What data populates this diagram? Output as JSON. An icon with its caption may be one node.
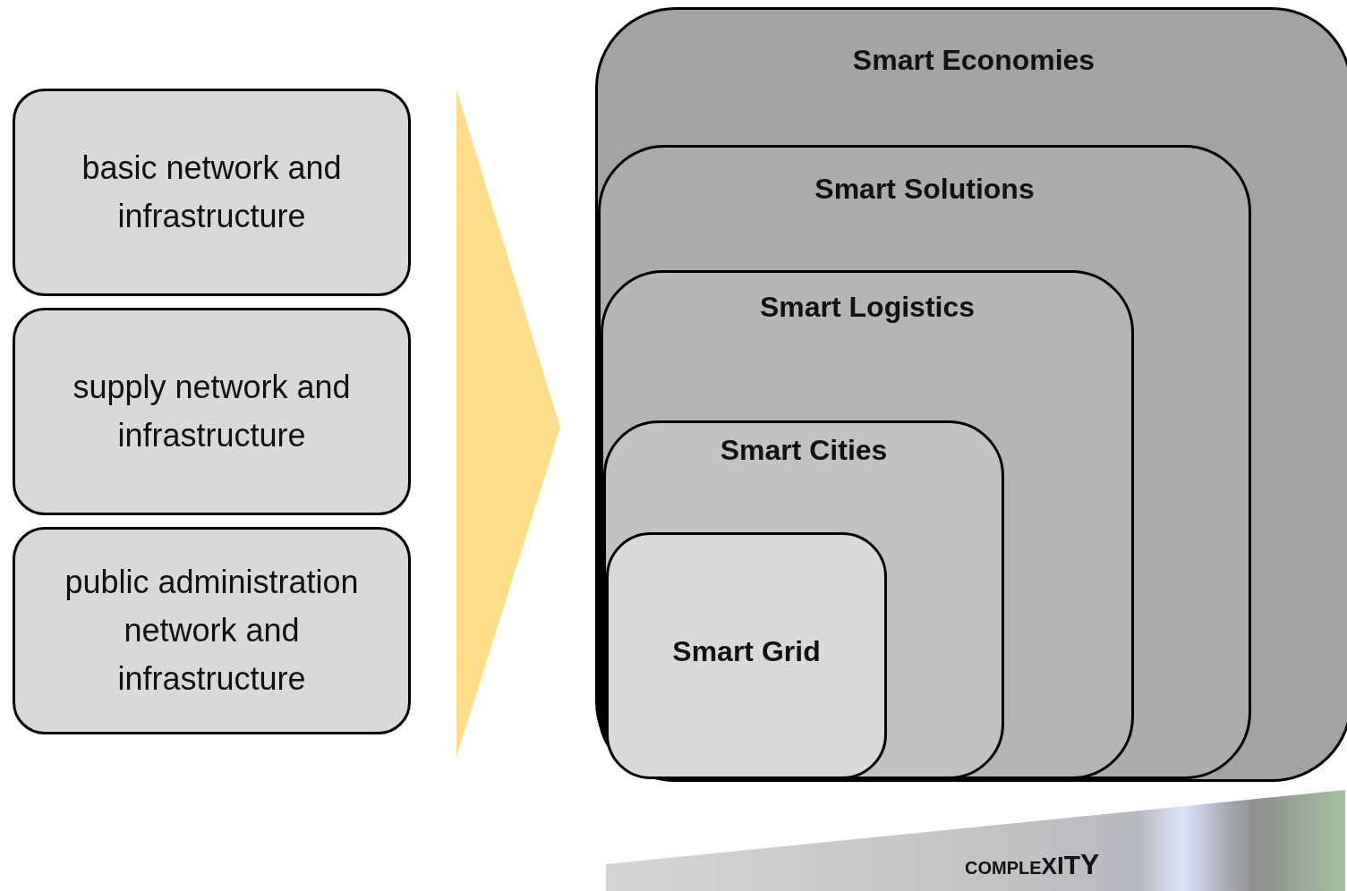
{
  "diagram": {
    "nodes": [
      {
        "text": [
          "basic network and infrastructure"
        ]
      },
      {
        "text": [
          "supply network and infrastructure"
        ]
      },
      {
        "text": [
          "public administration network and infrastructure"
        ]
      },
      {
        "text": [
          "Smart Economies"
        ]
      },
      {
        "text": [
          "Smart Solutions"
        ],
        "in": 3
      },
      {
        "text": [
          "Smart Logistics"
        ],
        "in": 4
      },
      {
        "text": [
          "Smart Cities"
        ],
        "in": 5
      },
      {
        "text": [
          "Smart Grid"
        ],
        "in": 6
      },
      {
        "text": [
          "COMPLEXITY"
        ]
      }
    ]
  }
}
